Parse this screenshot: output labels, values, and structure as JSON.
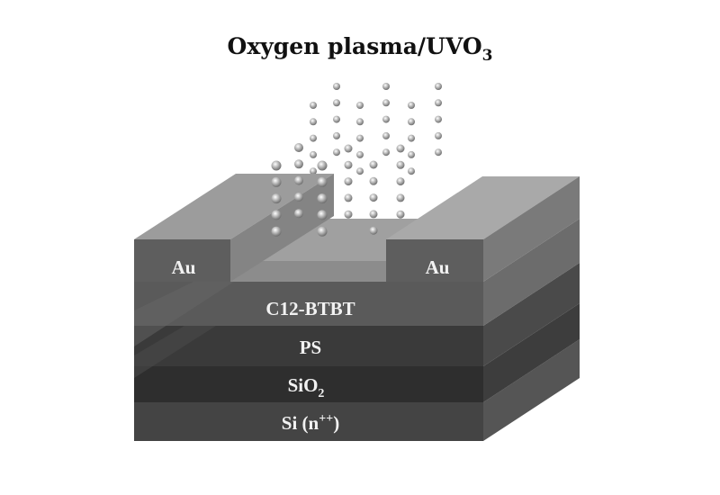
{
  "title": {
    "main": "Oxygen plasma/UVO",
    "subscript": "3"
  },
  "electrodes": {
    "left": "Au",
    "right": "Au"
  },
  "layers": {
    "semiconductor": "C12-BTBT",
    "polymer": "PS",
    "dielectric_main": "SiO",
    "dielectric_sub": "2",
    "substrate_main": "Si (n",
    "substrate_sup": "++",
    "substrate_close": ")"
  },
  "colors": {
    "au_front": "#5e5e5e",
    "au_top": "#a6a6a6",
    "channel": "#8c8c8c",
    "c12": "#5a5a5a",
    "ps": "#3a3a3a",
    "sio2": "#2e2e2e",
    "si": "#444444"
  }
}
